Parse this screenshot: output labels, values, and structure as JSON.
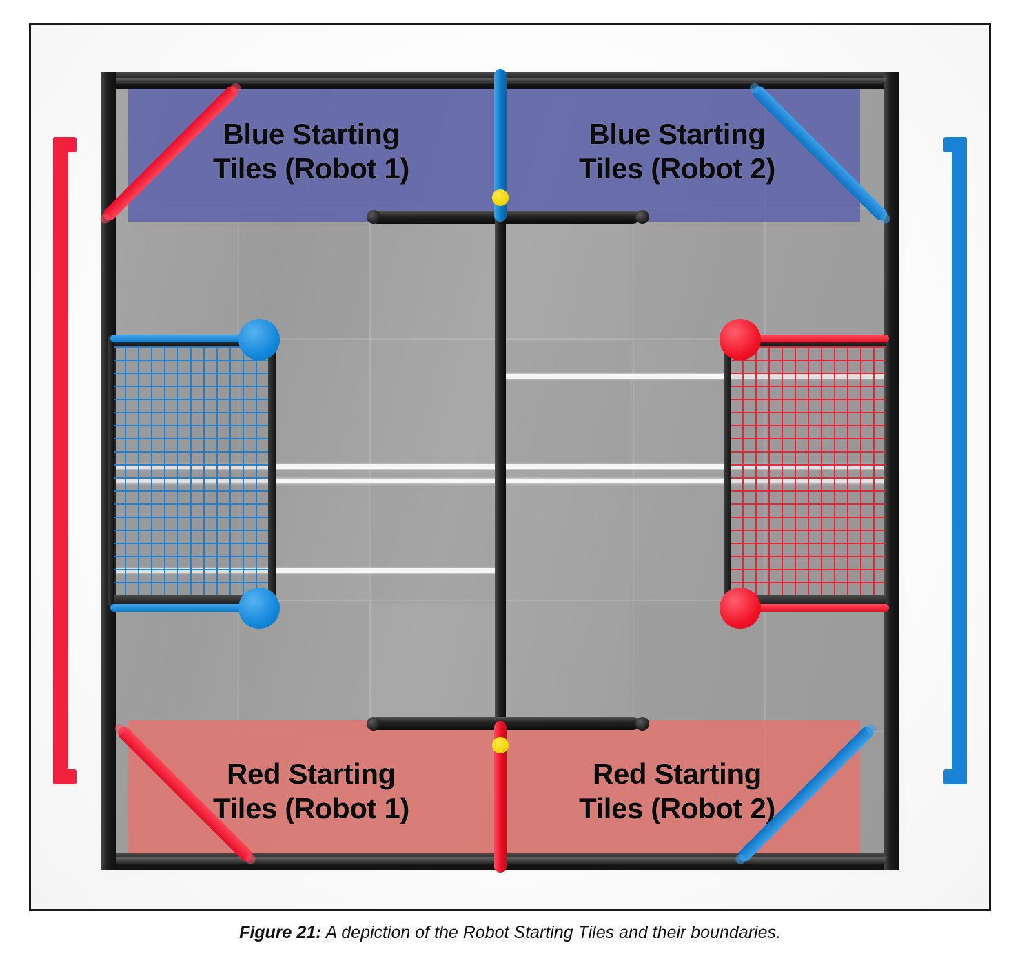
{
  "figure": {
    "caption_label": "Figure 21:",
    "caption_text": " A depiction of the Robot Starting Tiles and their boundaries."
  },
  "colors": {
    "blue_zone": "#5b61ab",
    "red_zone": "#e0766e",
    "red_accent": "#f2203f",
    "blue_accent": "#1a82d4",
    "yellow_marker": "#f5dc00",
    "field_floor": "#a3a3a3",
    "frame_black": "#141414",
    "tape_white": "#f6f6f6"
  },
  "field": {
    "name": "robot-competition-field",
    "starting_zones": [
      {
        "id": "blue-robot-1",
        "alliance": "Blue",
        "line1": "Blue Starting",
        "line2": "Tiles (Robot 1)",
        "position": "top-left"
      },
      {
        "id": "blue-robot-2",
        "alliance": "Blue",
        "line1": "Blue Starting",
        "line2": "Tiles (Robot 2)",
        "position": "top-right"
      },
      {
        "id": "red-robot-1",
        "alliance": "Red",
        "line1": "Red Starting",
        "line2": "Tiles (Robot 1)",
        "position": "bottom-left"
      },
      {
        "id": "red-robot-2",
        "alliance": "Red",
        "line1": "Red Starting",
        "line2": "Tiles (Robot 2)",
        "position": "bottom-right"
      }
    ],
    "corner_diagonals": [
      {
        "id": "top-left-diagonal",
        "color": "red"
      },
      {
        "id": "top-right-diagonal",
        "color": "blue"
      },
      {
        "id": "bottom-left-diagonal",
        "color": "red"
      },
      {
        "id": "bottom-right-diagonal",
        "color": "blue"
      }
    ],
    "center_bars": [
      {
        "id": "top-center-bar",
        "color": "blue",
        "marker": "yellow"
      },
      {
        "id": "bottom-center-bar",
        "color": "red",
        "marker": "yellow"
      }
    ],
    "goals": [
      {
        "id": "blue-goal",
        "side": "left",
        "color": "blue",
        "posts": 2
      },
      {
        "id": "red-goal",
        "side": "right",
        "color": "red",
        "posts": 2
      }
    ],
    "side_brackets": [
      {
        "id": "left-boundary-bracket",
        "color": "red"
      },
      {
        "id": "right-boundary-bracket",
        "color": "blue"
      }
    ]
  }
}
